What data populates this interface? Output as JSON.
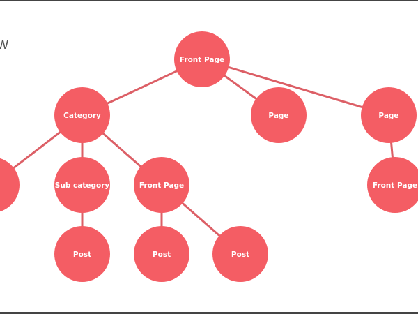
{
  "title_fragment": "w",
  "colors": {
    "node": "#f45d64",
    "edge": "#dc5f66"
  },
  "nodes": [
    {
      "id": "root",
      "label": "Front  Page"
    },
    {
      "id": "category",
      "label": "Category"
    },
    {
      "id": "page1",
      "label": "Page"
    },
    {
      "id": "page2",
      "label": "Page"
    },
    {
      "id": "left",
      "label": ""
    },
    {
      "id": "subcat",
      "label": "Sub category"
    },
    {
      "id": "fp2",
      "label": "Front  Page"
    },
    {
      "id": "fp3",
      "label": "Front  Page"
    },
    {
      "id": "post1",
      "label": "Post"
    },
    {
      "id": "post2",
      "label": "Post"
    },
    {
      "id": "post3",
      "label": "Post"
    }
  ],
  "edges": [
    [
      "root",
      "category"
    ],
    [
      "root",
      "page1"
    ],
    [
      "root",
      "page2"
    ],
    [
      "category",
      "left"
    ],
    [
      "category",
      "subcat"
    ],
    [
      "category",
      "fp2"
    ],
    [
      "subcat",
      "post1"
    ],
    [
      "fp2",
      "post2"
    ],
    [
      "fp2",
      "post3"
    ],
    [
      "page2",
      "fp3"
    ]
  ]
}
